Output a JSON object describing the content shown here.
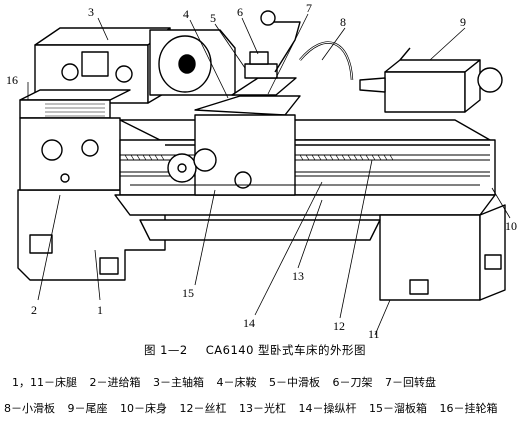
{
  "figure": {
    "callouts": [
      "1",
      "2",
      "3",
      "4",
      "5",
      "6",
      "7",
      "8",
      "9",
      "10",
      "11",
      "12",
      "13",
      "14",
      "15",
      "16"
    ]
  },
  "caption": {
    "number": "图 1—2",
    "title": "CA6140 型卧式车床的外形图"
  },
  "legend": {
    "row1": [
      "1，11－床腿",
      "2－进给箱",
      "3－主轴箱",
      "4－床鞍",
      "5－中滑板",
      "6－刀架",
      "7－回转盘"
    ],
    "row2": [
      "8－小滑板",
      "9－尾座",
      "10－床身",
      "12－丝杠",
      "13－光杠",
      "14－操纵杆",
      "15－溜板箱",
      "16－挂轮箱"
    ]
  }
}
